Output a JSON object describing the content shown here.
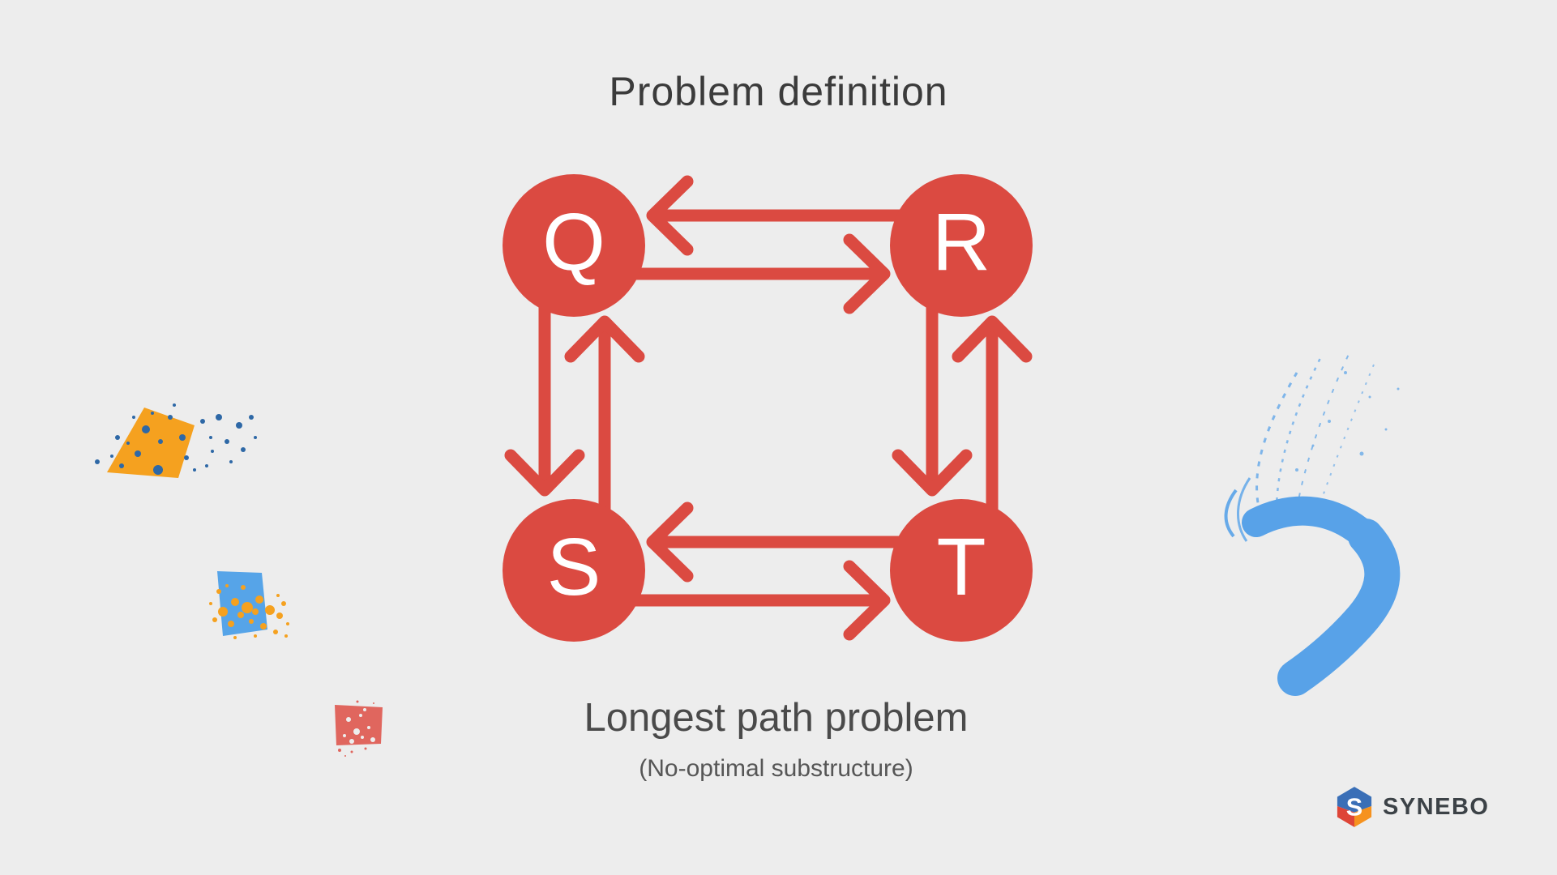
{
  "title": "Problem definition",
  "diagram": {
    "nodes": [
      {
        "id": "Q",
        "label": "Q"
      },
      {
        "id": "R",
        "label": "R"
      },
      {
        "id": "S",
        "label": "S"
      },
      {
        "id": "T",
        "label": "T"
      }
    ],
    "edges": [
      {
        "from": "R",
        "to": "Q"
      },
      {
        "from": "Q",
        "to": "R"
      },
      {
        "from": "Q",
        "to": "S"
      },
      {
        "from": "S",
        "to": "Q"
      },
      {
        "from": "R",
        "to": "T"
      },
      {
        "from": "T",
        "to": "R"
      },
      {
        "from": "T",
        "to": "S"
      },
      {
        "from": "S",
        "to": "T"
      }
    ]
  },
  "caption": {
    "main": "Longest path problem",
    "sub": "(No-optimal substructure)"
  },
  "logo": {
    "brand": "SYNEBO",
    "monogram": "S"
  },
  "colors": {
    "node_red": "#DB4A41",
    "background": "#EDEDED",
    "title_text": "#3B3B3B",
    "caption_text": "#4A4A4A",
    "subcaption_text": "#565656",
    "brand_text": "#3C4247",
    "node_label": "#FFFFFF",
    "brush_blue": "#58A2E8",
    "splash_orange": "#F5A11F",
    "splash_dot_blue": "#2E68A6",
    "splash_blue": "#56A4E8",
    "splash_red": "#E0665E",
    "logo_blue": "#3A6FB7",
    "logo_orange": "#F6921E",
    "logo_red": "#DE4537"
  }
}
